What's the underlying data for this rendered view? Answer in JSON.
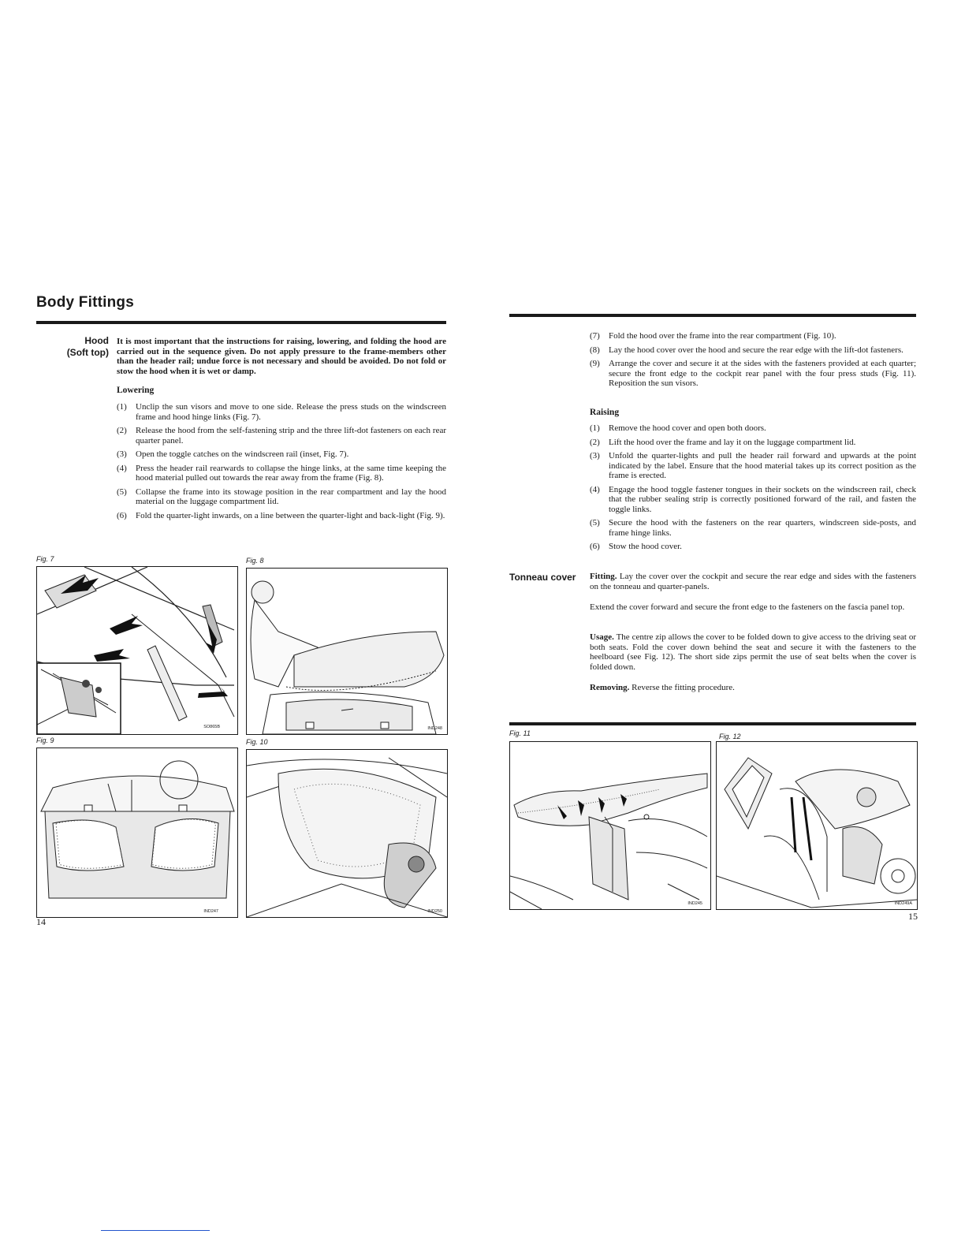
{
  "left_page": {
    "title": "Body Fittings",
    "hood_section": {
      "side_heading_1": "Hood",
      "side_heading_2": "(Soft top)",
      "intro": "It is most important that the instructions for raising, lowering, and folding the hood are carried out in the sequence given. Do not apply pressure to the frame-members other than the header rail; undue force is not necessary and should be avoided. Do not fold or stow the hood when it is wet or damp.",
      "lowering_heading": "Lowering",
      "lowering_steps": [
        {
          "num": "(1)",
          "text": "Unclip the sun visors and move to one side. Release the press studs on the windscreen frame and hood hinge links (Fig. 7)."
        },
        {
          "num": "(2)",
          "text": "Release the hood from the self-fastening strip and the three lift-dot fasteners on each rear quarter panel."
        },
        {
          "num": "(3)",
          "text": "Open the toggle catches on the windscreen rail (inset, Fig. 7)."
        },
        {
          "num": "(4)",
          "text": "Press the header rail rearwards to collapse the hinge links, at the same time keeping the hood material pulled out towards the rear away from the frame (Fig. 8)."
        },
        {
          "num": "(5)",
          "text": "Collapse the frame into its stowage position in the rear compartment and lay the hood material on the luggage compartment lid."
        },
        {
          "num": "(6)",
          "text": "Fold the quarter-light inwards, on a line between the quarter-light and back-light (Fig. 9)."
        }
      ]
    },
    "figures": {
      "fig7": {
        "label": "Fig. 7",
        "code": "SO865B"
      },
      "fig8": {
        "label": "Fig. 8",
        "code": "IND248"
      },
      "fig9": {
        "label": "Fig. 9",
        "code": "IND247"
      },
      "fig10": {
        "label": "Fig. 10",
        "code": "IND250"
      }
    },
    "page_number": "14"
  },
  "right_page": {
    "lowering_cont": [
      {
        "num": "(7)",
        "text": "Fold the hood over the frame into the rear compartment (Fig. 10)."
      },
      {
        "num": "(8)",
        "text": "Lay the hood cover over the hood and secure the rear edge with the lift-dot fasteners."
      },
      {
        "num": "(9)",
        "text": "Arrange the cover and secure it at the sides with the fasteners provided at each quarter; secure the front edge to the cockpit rear panel with the four press studs (Fig. 11). Reposition the sun visors."
      }
    ],
    "raising_heading": "Raising",
    "raising_steps": [
      {
        "num": "(1)",
        "text": "Remove the hood cover and open both doors."
      },
      {
        "num": "(2)",
        "text": "Lift the hood over the frame and lay it on the luggage compartment lid."
      },
      {
        "num": "(3)",
        "text": "Unfold the quarter-lights and pull the header rail forward and upwards at the point indicated by the label. Ensure that the hood material takes up its correct position as the frame is erected."
      },
      {
        "num": "(4)",
        "text": "Engage the hood toggle fastener tongues in their sockets on the windscreen rail, check that the rubber sealing strip is correctly positioned forward of the rail, and fasten the toggle links."
      },
      {
        "num": "(5)",
        "text": "Secure the hood with the fasteners on the rear quarters, windscreen side-posts, and frame hinge links."
      },
      {
        "num": "(6)",
        "text": "Stow the hood cover."
      }
    ],
    "tonneau": {
      "side_heading": "Tonneau cover",
      "fitting_label": "Fitting.",
      "fitting_text": "Lay the cover over the cockpit and secure the rear edge and sides with the fasteners on the tonneau and quarter-panels.",
      "extend_text": "Extend the cover forward and secure the front edge to the fasteners on the fascia panel top.",
      "usage_label": "Usage.",
      "usage_text": "The centre zip allows the cover to be folded down to give access to the driving seat or both seats. Fold the cover down behind the seat and secure it with the fasteners to the heelboard (see Fig. 12). The short side zips permit the use of seat belts when the cover is folded down.",
      "removing_label": "Removing.",
      "removing_text": "Reverse the fitting procedure."
    },
    "figures": {
      "fig11": {
        "label": "Fig. 11",
        "code": "IND245"
      },
      "fig12": {
        "label": "Fig. 12",
        "code": "IND249A"
      }
    },
    "page_number": "15"
  }
}
